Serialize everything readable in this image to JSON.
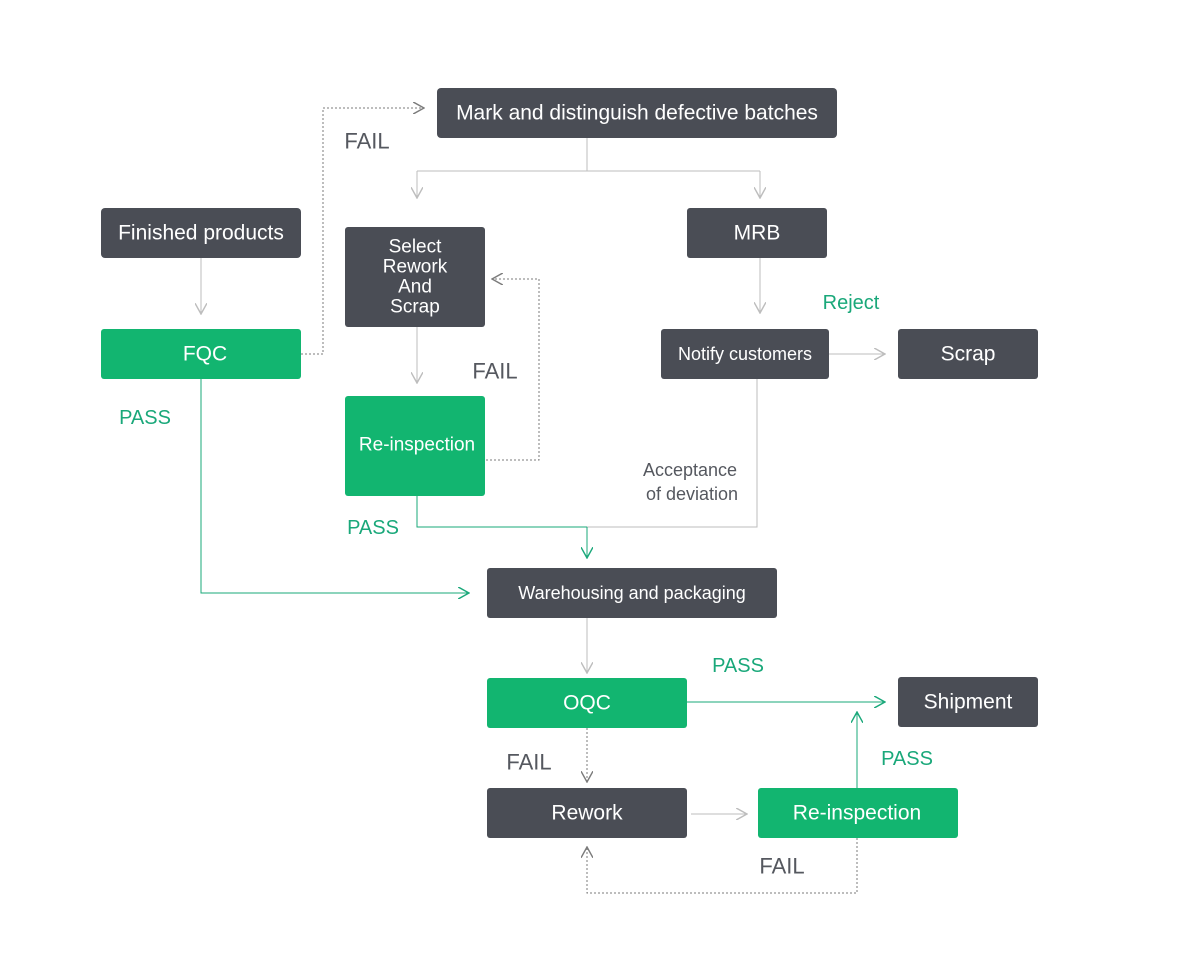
{
  "colors": {
    "dark_node": "#4a4d55",
    "green_node": "#12b570",
    "green_text": "#1aa87a",
    "gray_text": "#55585f",
    "gray_line": "#bdbdbd",
    "dark_dash": "#7b7b7b",
    "green_line": "#1aa87a"
  },
  "nodes": {
    "mark": "Mark and distinguish defective batches",
    "finished": "Finished products",
    "select": [
      "Select",
      "Rework",
      "And",
      "Scrap"
    ],
    "mrb": "MRB",
    "fqc": "FQC",
    "notify": "Notify customers",
    "scrap": "Scrap",
    "reinspection_1": "Re-inspection",
    "warehousing": "Warehousing and packaging",
    "oqc": "OQC",
    "shipment": "Shipment",
    "rework": "Rework",
    "reinspection_2": "Re-inspection"
  },
  "labels": {
    "fail_fqc": "FAIL",
    "fail_reinspection_1": "FAIL",
    "fail_oqc": "FAIL",
    "fail_reinspection_2": "FAIL",
    "pass_fqc": "PASS",
    "pass_reinspection_1": "PASS",
    "pass_oqc": "PASS",
    "pass_reinspection_2": "PASS",
    "reject": "Reject",
    "acceptance": [
      "Acceptance",
      "of deviation"
    ]
  }
}
